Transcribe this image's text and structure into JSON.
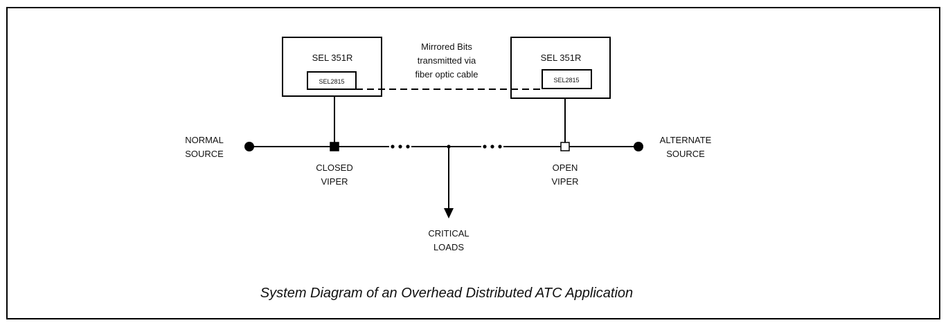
{
  "relay_left": {
    "title": "SEL 351R",
    "module": "SEL2815"
  },
  "relay_right": {
    "title": "SEL 351R",
    "module": "SEL2815"
  },
  "link_label": [
    "Mirrored Bits",
    "transmitted via",
    "fiber optic cable"
  ],
  "normal_source": [
    "NORMAL",
    "SOURCE"
  ],
  "alternate_source": [
    "ALTERNATE",
    "SOURCE"
  ],
  "closed_viper": [
    "CLOSED",
    "VIPER"
  ],
  "open_viper": [
    "OPEN",
    "VIPER"
  ],
  "critical_loads": [
    "CRITICAL",
    "LOADS"
  ],
  "caption": "System Diagram of an Overhead Distributed ATC Application"
}
